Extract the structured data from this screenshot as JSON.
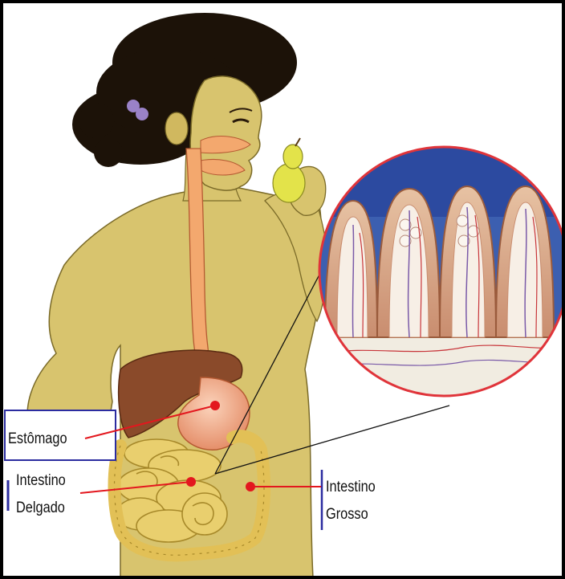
{
  "labels": {
    "stomach": "Estômago",
    "small_intestine_line1": "Intestino",
    "small_intestine_line2": "Delgado",
    "large_intestine_line1": "Intestino",
    "large_intestine_line2": "Grosso"
  },
  "colors": {
    "skin": "#d8c46e",
    "skin_shadow": "#b5a04f",
    "hair": "#1c1208",
    "liver": "#8a4a2a",
    "stomach": "#f1b08c",
    "intestine": "#e9cf6e",
    "esophagus": "#f3a86e",
    "pointer_red": "#e3171e",
    "callout_border": "#e0343a",
    "villi_background": "#3c5fb0",
    "pear": "#e3e34a"
  },
  "icons": {
    "pointer_dot": "red-dot",
    "callout": "magnified-villi-circle"
  }
}
